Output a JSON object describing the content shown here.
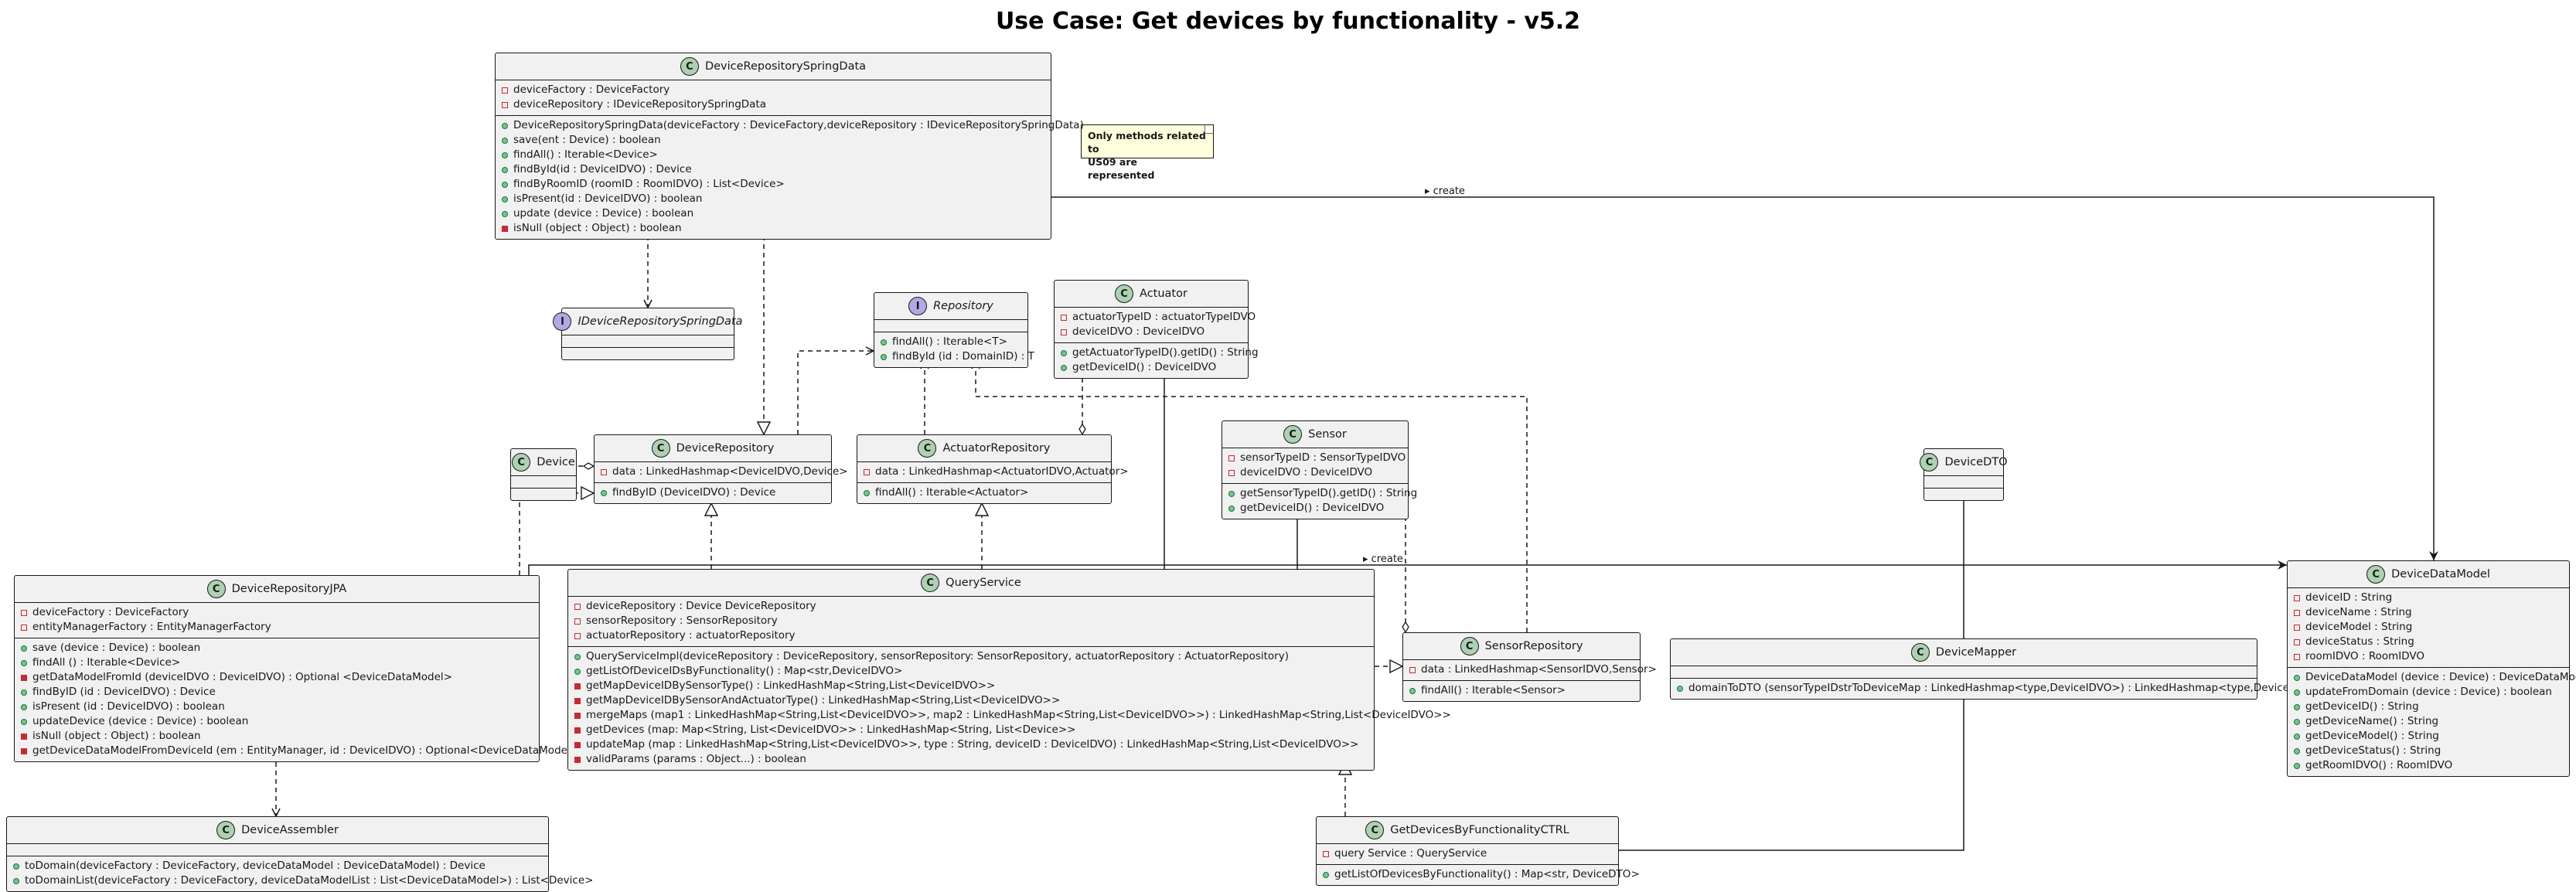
{
  "title": "Use Case: Get devices by functionality - v5.2",
  "note": {
    "line1": "Only methods related to",
    "line2": "US09 are represented"
  },
  "edge_labels": {
    "create_top": "▸ create",
    "create_mid": "▸ create"
  },
  "colors": {
    "class_badge": "#ADD1B2",
    "interface_badge": "#B4A7E5",
    "note_fill": "#FEFFDD",
    "box_fill": "#F1F1F1"
  },
  "classes": {
    "drsd": {
      "name": "DeviceRepositorySpringData",
      "badge": "C",
      "attrs": [
        {
          "v": "priv",
          "t": "deviceFactory : DeviceFactory"
        },
        {
          "v": "priv",
          "t": "deviceRepository : IDeviceRepositorySpringData"
        }
      ],
      "methods": [
        {
          "v": "pub",
          "t": "DeviceRepositorySpringData(deviceFactory : DeviceFactory,deviceRepository : IDeviceRepositorySpringData)"
        },
        {
          "v": "pub",
          "t": "save(ent : Device) : boolean"
        },
        {
          "v": "pub",
          "t": "findAll() : Iterable<Device>"
        },
        {
          "v": "pub",
          "t": "findById(id : DeviceIDVO) : Device"
        },
        {
          "v": "pub",
          "t": "findByRoomID (roomID : RoomIDVO) : List<Device>"
        },
        {
          "v": "pub",
          "t": "isPresent(id : DeviceIDVO) : boolean"
        },
        {
          "v": "pub",
          "t": "update (device : Device) : boolean"
        },
        {
          "v": "privm",
          "t": "isNull (object : Object) : boolean"
        }
      ]
    },
    "idrsd": {
      "name": "IDeviceRepositorySpringData",
      "badge": "I",
      "attrs": [],
      "methods": []
    },
    "repo": {
      "name": "Repository",
      "badge": "I",
      "attrs": [],
      "methods": [
        {
          "v": "pub",
          "t": "findAll() : Iterable<T>"
        },
        {
          "v": "pub",
          "t": "findById (id : DomainID) : T"
        }
      ]
    },
    "actuator": {
      "name": "Actuator",
      "badge": "C",
      "attrs": [
        {
          "v": "priv",
          "t": "actuatorTypeID : actuatorTypeIDVO"
        },
        {
          "v": "priv",
          "t": "deviceIDVO : DeviceIDVO"
        }
      ],
      "methods": [
        {
          "v": "pub",
          "t": "getActuatorTypeID().getID() : String"
        },
        {
          "v": "pub",
          "t": "getDeviceID() : DeviceIDVO"
        }
      ]
    },
    "device": {
      "name": "Device",
      "badge": "C",
      "attrs": [],
      "methods": []
    },
    "devrepo": {
      "name": "DeviceRepository",
      "badge": "C",
      "attrs": [
        {
          "v": "priv",
          "t": "data : LinkedHashmap<DeviceIDVO,Device>"
        }
      ],
      "methods": [
        {
          "v": "pub",
          "t": "findByID (DeviceIDVO) : Device"
        }
      ]
    },
    "actrepo": {
      "name": "ActuatorRepository",
      "badge": "C",
      "attrs": [
        {
          "v": "priv",
          "t": "data : LinkedHashmap<ActuatorIDVO,Actuator>"
        }
      ],
      "methods": [
        {
          "v": "pub",
          "t": "findAll() : Iterable<Actuator>"
        }
      ]
    },
    "sensor": {
      "name": "Sensor",
      "badge": "C",
      "attrs": [
        {
          "v": "priv",
          "t": "sensorTypeID : SensorTypeIDVO"
        },
        {
          "v": "priv",
          "t": "deviceIDVO : DeviceIDVO"
        }
      ],
      "methods": [
        {
          "v": "pub",
          "t": "getSensorTypeID().getID() : String"
        },
        {
          "v": "pub",
          "t": "getDeviceID() : DeviceIDVO"
        }
      ]
    },
    "devicedto": {
      "name": "DeviceDTO",
      "badge": "C",
      "attrs": [],
      "methods": []
    },
    "drjpa": {
      "name": "DeviceRepositoryJPA",
      "badge": "C",
      "attrs": [
        {
          "v": "priv",
          "t": "deviceFactory : DeviceFactory"
        },
        {
          "v": "priv",
          "t": "entityManagerFactory : EntityManagerFactory"
        }
      ],
      "methods": [
        {
          "v": "pub",
          "t": "save (device : Device) : boolean"
        },
        {
          "v": "pub",
          "t": "findAll () : Iterable<Device>"
        },
        {
          "v": "privm",
          "t": "getDataModelFromId (deviceIDVO : DeviceIDVO) : Optional <DeviceDataModel>"
        },
        {
          "v": "pub",
          "t": "findByID (id : DeviceIDVO) : Device"
        },
        {
          "v": "pub",
          "t": "isPresent (id : DeviceIDVO) : boolean"
        },
        {
          "v": "pub",
          "t": "updateDevice (device : Device) : boolean"
        },
        {
          "v": "privm",
          "t": "isNull (object : Object) : boolean"
        },
        {
          "v": "privm",
          "t": "getDeviceDataModelFromDeviceId (em : EntityManager, id : DeviceIDVO) : Optional<DeviceDataModel>"
        }
      ]
    },
    "qs": {
      "name": "QueryService",
      "badge": "C",
      "attrs": [
        {
          "v": "priv",
          "t": "deviceRepository : Device DeviceRepository"
        },
        {
          "v": "priv",
          "t": "sensorRepository : SensorRepository"
        },
        {
          "v": "priv",
          "t": "actuatorRepository : actuatorRepository"
        }
      ],
      "methods": [
        {
          "v": "pub",
          "t": "QueryServiceImpl(deviceRepository : DeviceRepository, sensorRepository: SensorRepository, actuatorRepository : ActuatorRepository)"
        },
        {
          "v": "pub",
          "t": "getListOfDeviceIDsByFunctionality() : Map<str,DeviceIDVO>"
        },
        {
          "v": "privm",
          "t": "getMapDeviceIDBySensorType() : LinkedHashMap<String,List<DeviceIDVO>>"
        },
        {
          "v": "privm",
          "t": "getMapDeviceIDBySensorAndActuatorType() : LinkedHashMap<String,List<DeviceIDVO>>"
        },
        {
          "v": "privm",
          "t": "mergeMaps (map1 : LinkedHashMap<String,List<DeviceIDVO>>, map2 : LinkedHashMap<String,List<DeviceIDVO>>) : LinkedHashMap<String,List<DeviceIDVO>>"
        },
        {
          "v": "privm",
          "t": "getDevices (map: Map<String, List<DeviceIDVO>>  : LinkedHashMap<String, List<Device>>"
        },
        {
          "v": "privm",
          "t": "updateMap (map : LinkedHashMap<String,List<DeviceIDVO>>, type : String, deviceID : DeviceIDVO) : LinkedHashMap<String,List<DeviceIDVO>>"
        },
        {
          "v": "privm",
          "t": "validParams (params : Object...) : boolean"
        }
      ]
    },
    "sensrepo": {
      "name": "SensorRepository",
      "badge": "C",
      "attrs": [
        {
          "v": "priv",
          "t": "data : LinkedHashmap<SensorIDVO,Sensor>"
        }
      ],
      "methods": [
        {
          "v": "pub",
          "t": "findAll() : Iterable<Sensor>"
        }
      ]
    },
    "mapper": {
      "name": "DeviceMapper",
      "badge": "C",
      "attrs": [],
      "methods": [
        {
          "v": "pub",
          "t": "domainToDTO (sensorTypeIDstrToDeviceMap : LinkedHashmap<type,DeviceIDVO>) : LinkedHashmap<type,Device>"
        }
      ]
    },
    "ddm": {
      "name": "DeviceDataModel",
      "badge": "C",
      "attrs": [
        {
          "v": "priv",
          "t": "deviceID : String"
        },
        {
          "v": "priv",
          "t": "deviceName : String"
        },
        {
          "v": "priv",
          "t": "deviceModel : String"
        },
        {
          "v": "priv",
          "t": "deviceStatus : String"
        },
        {
          "v": "priv",
          "t": "roomIDVO : RoomIDVO"
        }
      ],
      "methods": [
        {
          "v": "pub",
          "t": "DeviceDataModel (device : Device) : DeviceDataModel"
        },
        {
          "v": "pub",
          "t": "updateFromDomain (device : Device) : boolean"
        },
        {
          "v": "pub",
          "t": "getDeviceID() : String"
        },
        {
          "v": "pub",
          "t": "getDeviceName() : String"
        },
        {
          "v": "pub",
          "t": "getDeviceModel() : String"
        },
        {
          "v": "pub",
          "t": "getDeviceStatus() : String"
        },
        {
          "v": "pub",
          "t": "getRoomIDVO() : RoomIDVO"
        }
      ]
    },
    "assembler": {
      "name": "DeviceAssembler",
      "badge": "C",
      "attrs": [],
      "methods": [
        {
          "v": "pub",
          "t": "toDomain(deviceFactory : DeviceFactory, deviceDataModel : DeviceDataModel) : Device"
        },
        {
          "v": "pub",
          "t": "toDomainList(deviceFactory : DeviceFactory, deviceDataModelList : List<DeviceDataModel>) : List<Device>"
        }
      ]
    },
    "ctrl": {
      "name": "GetDevicesByFunctionalityCTRL",
      "badge": "C",
      "attrs": [
        {
          "v": "priv",
          "t": "query Service : QueryService"
        }
      ],
      "methods": [
        {
          "v": "pub",
          "t": "getListOfDevicesByFunctionality() : Map<str, DeviceDTO>"
        }
      ]
    }
  }
}
